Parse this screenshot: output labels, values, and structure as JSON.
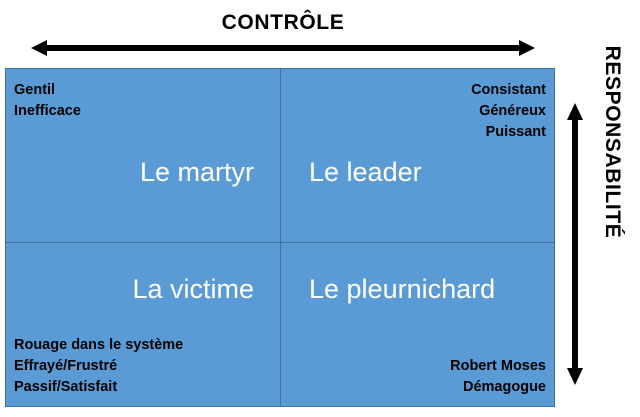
{
  "axes": {
    "top_label": "CONTRÔLE",
    "right_label": "RESPONSABILITÉ",
    "horizontal_arrow_icon": "double-headed-horizontal-arrow-icon",
    "vertical_arrow_icon": "double-headed-vertical-arrow-icon"
  },
  "colors": {
    "quadrant_fill": "#5B9BD5",
    "quadrant_border": "#41719C",
    "title_text": "#FFFFFF",
    "trait_text": "#000000",
    "background": "#FFFFFF"
  },
  "matrix": {
    "quadrants": [
      {
        "position": "top-left",
        "title": "Le martyr",
        "traits": "Gentil\nInefficace"
      },
      {
        "position": "top-right",
        "title": "Le leader",
        "traits": "Consistant\nGénéreux\nPuissant"
      },
      {
        "position": "bottom-left",
        "title": "La victime",
        "traits": "Rouage dans le système\nEffrayé/Frustré\nPassif/Satisfait"
      },
      {
        "position": "bottom-right",
        "title": "Le pleurnichard",
        "traits": "Robert Moses\nDémagogue"
      }
    ]
  }
}
